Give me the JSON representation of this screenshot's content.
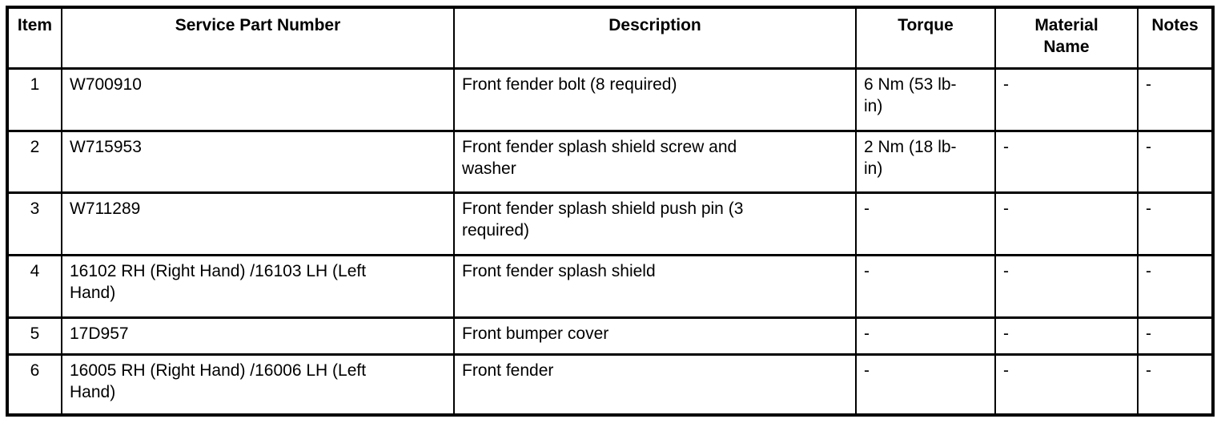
{
  "table": {
    "columns": [
      "Item",
      "Service Part Number",
      "Description",
      "Torque",
      "Material Name",
      "Notes"
    ],
    "rows": [
      {
        "item": "1",
        "part_number": "W700910",
        "description": "Front fender bolt (8 required)",
        "torque": "6 Nm (53 lb-in)",
        "material_name": "-",
        "notes": "-"
      },
      {
        "item": "2",
        "part_number": "W715953",
        "description": "Front fender splash shield screw and washer",
        "torque": "2 Nm (18 lb-in)",
        "material_name": "-",
        "notes": "-"
      },
      {
        "item": "3",
        "part_number": "W711289",
        "description": "Front fender splash shield push pin (3 required)",
        "torque": "-",
        "material_name": "-",
        "notes": "-"
      },
      {
        "item": "4",
        "part_number": "16102 RH (Right Hand) /16103 LH (Left Hand)",
        "description": "Front fender splash shield",
        "torque": "-",
        "material_name": "-",
        "notes": "-"
      },
      {
        "item": "5",
        "part_number": "17D957",
        "description": "Front bumper cover",
        "torque": "-",
        "material_name": "-",
        "notes": "-"
      },
      {
        "item": "6",
        "part_number": "16005 RH (Right Hand) /16006 LH (Left Hand)",
        "description": "Front fender",
        "torque": "-",
        "material_name": "-",
        "notes": "-"
      }
    ]
  }
}
